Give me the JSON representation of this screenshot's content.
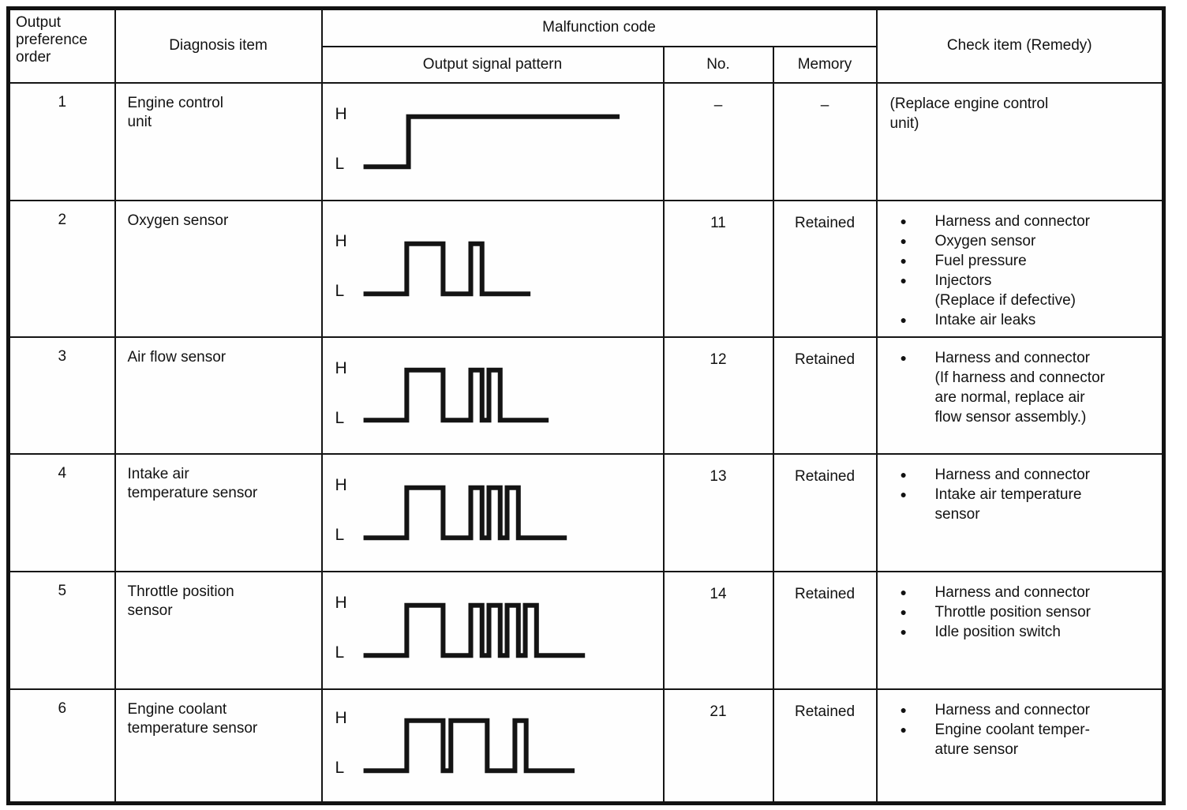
{
  "page": {
    "background": "#ffffff",
    "ink": "#121212"
  },
  "header": {
    "output_preference": "Output\npreference\norder",
    "diagnosis_item": "Diagnosis item",
    "malfunction_code": "Malfunction code",
    "output_signal_pattern": "Output signal pattern",
    "no": "No.",
    "memory": "Memory",
    "check_item": "Check item (Remedy)"
  },
  "signal_labels": {
    "high": "H",
    "low": "L"
  },
  "rows": [
    {
      "order": "1",
      "item": "Engine control\nunit",
      "pattern": {
        "kind": "step",
        "description": "signal steps from L to H and remains high"
      },
      "no": "–",
      "memory": "–",
      "checks": [
        {
          "b": false,
          "t": "(Replace engine control"
        },
        {
          "b": false,
          "t": "unit)"
        }
      ]
    },
    {
      "order": "2",
      "item": "Oxygen sensor",
      "pattern": {
        "kind": "pulses",
        "long_pulses": 1,
        "short_pulses": 1
      },
      "no": "11",
      "memory": "Retained",
      "checks": [
        {
          "b": true,
          "t": "Harness and connector"
        },
        {
          "b": true,
          "t": "Oxygen sensor"
        },
        {
          "b": true,
          "t": "Fuel pressure"
        },
        {
          "b": true,
          "t": "Injectors"
        },
        {
          "b": false,
          "t": "(Replace if defective)"
        },
        {
          "b": true,
          "t": "Intake air leaks"
        }
      ]
    },
    {
      "order": "3",
      "item": "Air flow sensor",
      "pattern": {
        "kind": "pulses",
        "long_pulses": 1,
        "short_pulses": 2
      },
      "no": "12",
      "memory": "Retained",
      "checks": [
        {
          "b": true,
          "t": "Harness and connector"
        },
        {
          "b": false,
          "t": "(If harness and connector"
        },
        {
          "b": false,
          "t": "are normal, replace air"
        },
        {
          "b": false,
          "t": "flow sensor assembly.)"
        }
      ]
    },
    {
      "order": "4",
      "item": "Intake air\ntemperature sensor",
      "pattern": {
        "kind": "pulses",
        "long_pulses": 1,
        "short_pulses": 3
      },
      "no": "13",
      "memory": "Retained",
      "checks": [
        {
          "b": true,
          "t": "Harness and connector"
        },
        {
          "b": true,
          "t": "Intake air temperature"
        },
        {
          "b": false,
          "t": "sensor"
        }
      ]
    },
    {
      "order": "5",
      "item": "Throttle position\nsensor",
      "pattern": {
        "kind": "pulses",
        "long_pulses": 1,
        "short_pulses": 4
      },
      "no": "14",
      "memory": "Retained",
      "checks": [
        {
          "b": true,
          "t": "Harness and connector"
        },
        {
          "b": true,
          "t": "Throttle position sensor"
        },
        {
          "b": true,
          "t": "Idle position switch"
        }
      ]
    },
    {
      "order": "6",
      "item": "Engine coolant\ntemperature sensor",
      "pattern": {
        "kind": "pulses",
        "long_pulses": 2,
        "short_pulses": 1
      },
      "no": "21",
      "memory": "Retained",
      "checks": [
        {
          "b": true,
          "t": "Harness and connector"
        },
        {
          "b": true,
          "t": "Engine coolant temper-"
        },
        {
          "b": false,
          "t": "ature sensor"
        }
      ]
    }
  ]
}
